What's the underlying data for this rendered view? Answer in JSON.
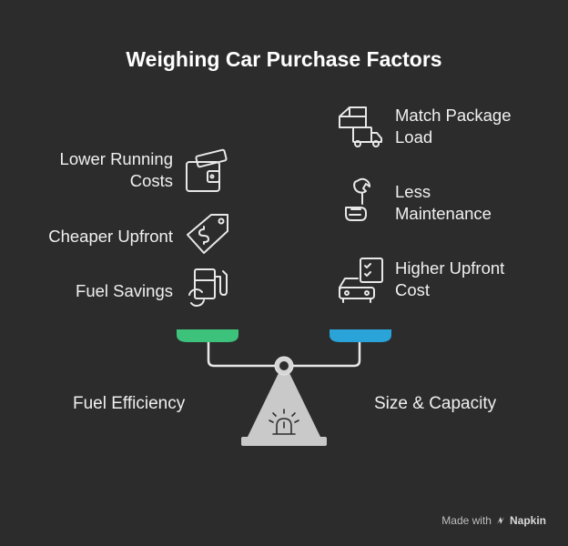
{
  "title": "Weighing Car Purchase Factors",
  "left": {
    "heading": "Fuel Efficiency",
    "color": "#3cc27a",
    "items": [
      {
        "label": "Lower Running Costs",
        "icon": "wallet-icon"
      },
      {
        "label": "Cheaper Upfront",
        "icon": "price-tag-icon"
      },
      {
        "label": "Fuel Savings",
        "icon": "fuel-pump-icon"
      }
    ]
  },
  "right": {
    "heading": "Size & Capacity",
    "color": "#2aa4d8",
    "items": [
      {
        "label": "Match Package Load",
        "icon": "delivery-truck-icon"
      },
      {
        "label": "Less Maintenance",
        "icon": "wrench-hand-icon"
      },
      {
        "label": "Higher Upfront Cost",
        "icon": "car-checklist-icon"
      }
    ]
  },
  "footer": {
    "made_with": "Made with",
    "brand": "Napkin",
    "icon": "napkin-logo-icon"
  }
}
